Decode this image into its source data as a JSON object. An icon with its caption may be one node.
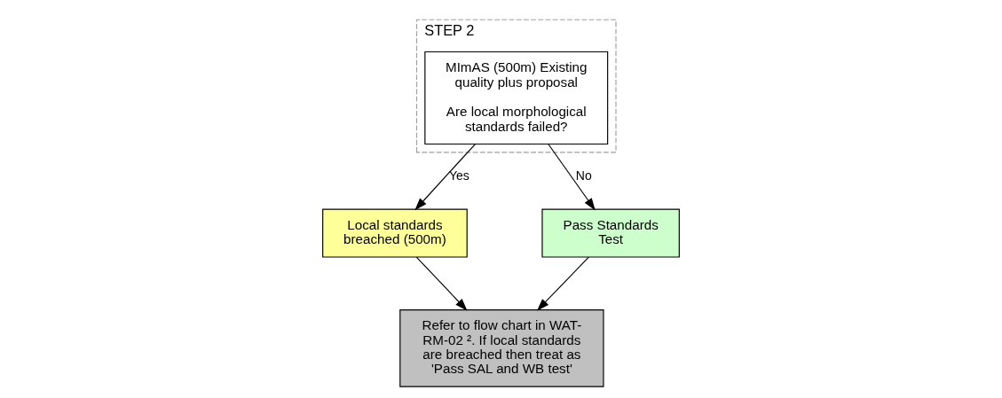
{
  "diagram": {
    "nodes": [
      {
        "text": [
          "STEP 2"
        ]
      },
      {
        "text": [
          "MImAS (500m) Existing quality plus proposal",
          "Are local morphological standards failed?"
        ],
        "in": 0
      },
      {
        "text": [
          "Local standards breached (500m)"
        ]
      },
      {
        "text": [
          "Pass Standards Test"
        ]
      },
      {
        "text": [
          "Refer to flow chart in WAT-RM-02 ². If local standards are breached then treat as 'Pass SAL and WB test'"
        ]
      }
    ],
    "edges": [
      {
        "from": 1,
        "to": 2,
        "arrow": "to",
        "label": "Yes"
      },
      {
        "from": 1,
        "to": 3,
        "arrow": "to",
        "label": "No"
      },
      {
        "from": 2,
        "to": 4,
        "arrow": "to"
      },
      {
        "from": 3,
        "to": 4,
        "arrow": "to"
      }
    ]
  }
}
